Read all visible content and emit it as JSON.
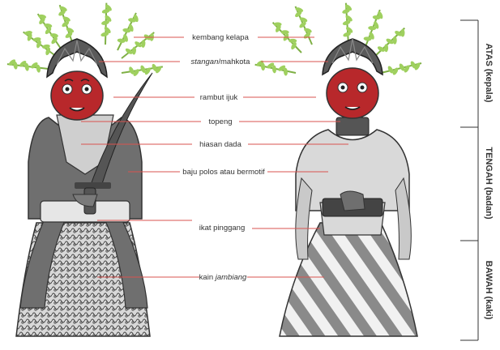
{
  "labels": {
    "kembang_kelapa": "kembang kelapa",
    "stangan_italic": "stangan",
    "stangan_rest": "/mahkota",
    "rambut_ijuk": "rambut ijuk",
    "topeng": "topeng",
    "hiasan_dada": "hiasan dada",
    "baju": "baju polos atau bermotif",
    "ikat_pinggang": "ikat pinggang",
    "kain_plain": "kain ",
    "kain_italic": "jambiang"
  },
  "sections": {
    "atas": "ATAS (kepala)",
    "tengah": "TENGAH (badan)",
    "bawah": "BAWAH (kaki)"
  },
  "colors": {
    "accent_line": "#d9534f",
    "mask_red": "#b8282b",
    "leaf_green": "#8cc152",
    "cloth_dark": "#6f6f6f",
    "cloth_light": "#c9c9c9",
    "outline": "#333333"
  }
}
